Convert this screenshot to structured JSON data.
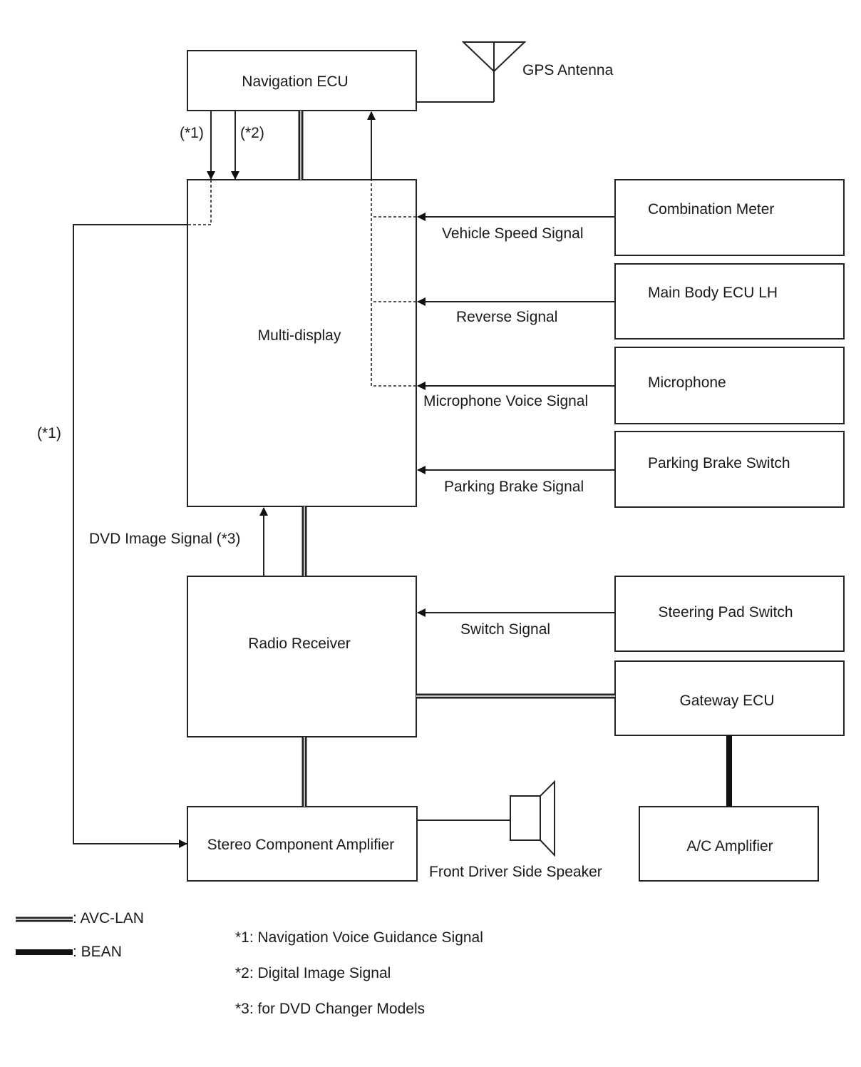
{
  "components": {
    "navigation_ecu": "Navigation ECU",
    "gps_antenna": "GPS Antenna",
    "multi_display": "Multi-display",
    "combination_meter": "Combination Meter",
    "main_body_ecu": "Main Body ECU LH",
    "microphone": "Microphone",
    "parking_brake_switch": "Parking Brake Switch",
    "radio_receiver": "Radio Receiver",
    "steering_pad_switch": "Steering Pad Switch",
    "gateway_ecu": "Gateway ECU",
    "stereo_amplifier": "Stereo Component Amplifier",
    "ac_amplifier": "A/C Amplifier",
    "front_speaker": "Front Driver Side Speaker"
  },
  "signals": {
    "vehicle_speed": "Vehicle Speed Signal",
    "reverse": "Reverse Signal",
    "microphone_voice": "Microphone Voice Signal",
    "parking_brake": "Parking Brake Signal",
    "dvd_image": "DVD Image Signal (*3)",
    "switch_signal": "Switch Signal",
    "nav_voice_ref_top": "(*1)",
    "digital_image_ref_top": "(*2)",
    "nav_voice_ref_left": "(*1)"
  },
  "legend": {
    "avc_lan": ": AVC-LAN",
    "bean": ": BEAN"
  },
  "notes": [
    "*1: Navigation Voice Guidance Signal",
    "*2: Digital Image Signal",
    "*3: for DVD Changer Models"
  ]
}
